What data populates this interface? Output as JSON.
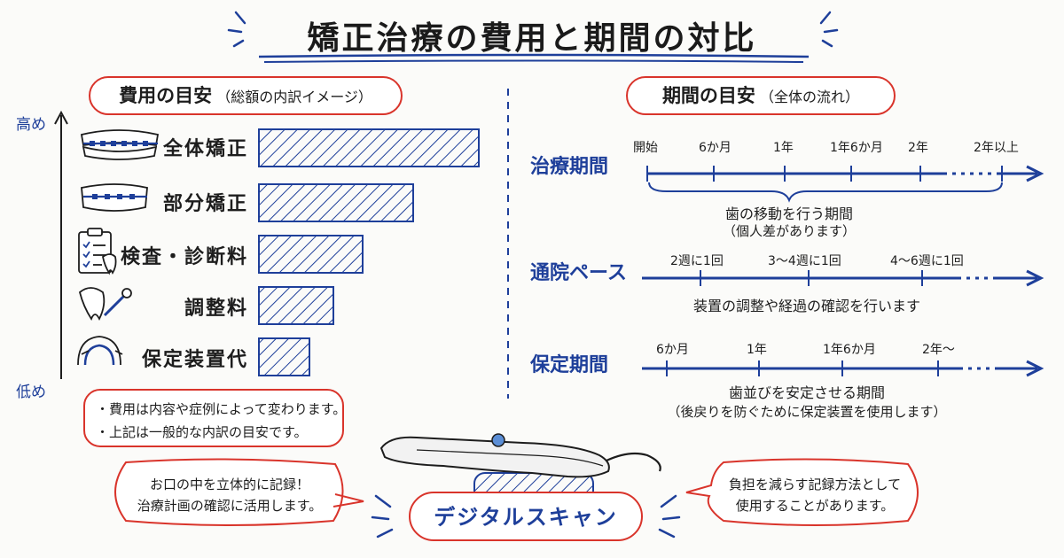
{
  "title": "矯正治療の費用と期間の対比",
  "cost": {
    "heading": "費用の目安",
    "subheading": "（総額の内訳イメージ）",
    "axis_high": "高め",
    "axis_low": "低め",
    "items": [
      {
        "label": "全体矯正",
        "icon": "full-braces-icon",
        "value": 1.0
      },
      {
        "label": "部分矯正",
        "icon": "partial-braces-icon",
        "value": 0.7
      },
      {
        "label": "検査・診断料",
        "icon": "clipboard-tooth-icon",
        "value": 0.47
      },
      {
        "label": "調整料",
        "icon": "tooth-wrench-icon",
        "value": 0.34
      },
      {
        "label": "保定装置代",
        "icon": "retainer-icon",
        "value": 0.23
      }
    ],
    "notes": [
      "・費用は内容や症例によって変わります。",
      "・上記は一般的な内訳の目安です。"
    ]
  },
  "period": {
    "heading": "期間の目安",
    "subheading": "（全体の流れ）",
    "rows": [
      {
        "title": "治療期間",
        "ticks": [
          "開始",
          "6か月",
          "1年",
          "1年6か月",
          "2年",
          "2年以上"
        ],
        "note1": "歯の移動を行う期間",
        "note2": "（個人差があります）"
      },
      {
        "title": "通院ペース",
        "ticks": [
          "2週に1回",
          "3〜4週に1回",
          "4〜6週に1回"
        ],
        "note1": "装置の調整や経過の確認を行います",
        "note2": ""
      },
      {
        "title": "保定期間",
        "ticks": [
          "6か月",
          "1年",
          "1年6か月",
          "2年〜"
        ],
        "note1": "歯並びを安定させる期間",
        "note2": "（後戻りを防ぐために保定装置を使用します）"
      }
    ]
  },
  "scan": {
    "label": "デジタルスキャン",
    "left_bubble": [
      "お口の中を立体的に記録！",
      "治療計画の確認に活用します。"
    ],
    "right_bubble": [
      "負担を減らす記録方法として",
      "使用することがあります。"
    ]
  },
  "colors": {
    "blue": "#1e3f9a",
    "red": "#d9342b"
  }
}
